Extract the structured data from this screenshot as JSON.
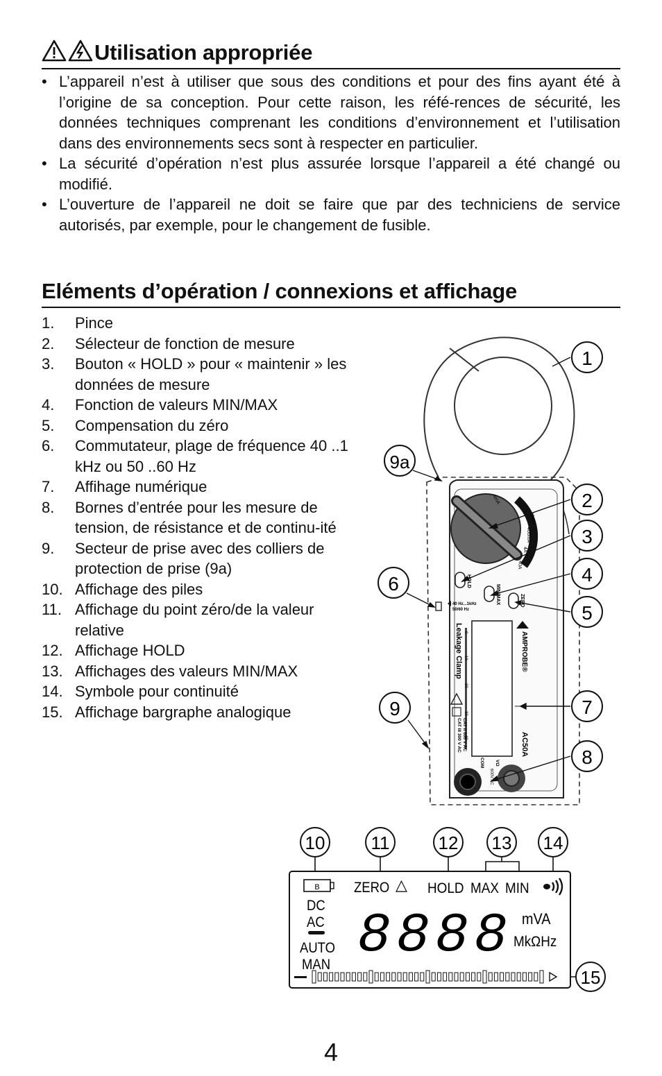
{
  "section_safety": {
    "title": "Utilisation appropriée",
    "bullets": [
      "L’appareil n’est à utiliser que sous des conditions et pour des fins ayant été à l’origine de sa conception. Pour cette raison, les réfé-rences de sécurité, les données techniques comprenant les conditions d’environnement et l’utilisation dans des environnements secs sont à respecter en particulier.",
      "La sécurité d’opération n’est plus assurée lorsque l’appareil a été changé ou modifié.",
      "L’ouverture de l’appareil ne doit se faire que par des techniciens de service autorisés, par exemple, pour le changement de fusible."
    ]
  },
  "section_elements": {
    "title": "Eléments d’opération / connexions et affichage",
    "items": [
      {
        "num": "1.",
        "text": "Pince"
      },
      {
        "num": "2.",
        "text": "Sélecteur de fonction de mesure"
      },
      {
        "num": "3.",
        "text": "Bouton « HOLD » pour « maintenir » les données de mesure"
      },
      {
        "num": "4.",
        "text": "Fonction de valeurs MIN/MAX"
      },
      {
        "num": "5.",
        "text": "Compensation du zéro"
      },
      {
        "num": "6.",
        "text": "Commutateur, plage de fréquence 40 ..1 kHz ou 50 ..60 Hz"
      },
      {
        "num": "7.",
        "text": "Affihage numérique"
      },
      {
        "num": "8.",
        "text": "Bornes d’entrée pour les mesure de tension, de résistance et de continu-ité"
      },
      {
        "num": "9.",
        "text": "Secteur de prise avec des colliers de protection de prise (9a)"
      },
      {
        "num": "10.",
        "text": "Affichage des piles"
      },
      {
        "num": "11.",
        "text": "Affichage du point zéro/de la valeur relative"
      },
      {
        "num": "12.",
        "text": "Affichage  HOLD"
      },
      {
        "num": "13.",
        "text": "Affichages des valeurs MIN/MAX"
      },
      {
        "num": "14.",
        "text": "Symbole pour continuité"
      },
      {
        "num": "15.",
        "text": "Affichage bargraphe analogique"
      }
    ]
  },
  "device_figure": {
    "callouts": [
      "1",
      "9a",
      "2",
      "3",
      "4",
      "6",
      "5",
      "9",
      "7",
      "8"
    ],
    "brand": "AMPROBE®",
    "model": "AC50A",
    "product": "Leakage Clamp",
    "dial_labels": [
      "4mA",
      "40mA",
      "400mA",
      "4A",
      "40A",
      "OFF"
    ],
    "hold_label": "HOLD",
    "minmax_label": "MIN/MAX",
    "zero_label": "ZERO",
    "freq_label_1": "40 Hz...1kHz",
    "freq_label_2": "50/60 Hz",
    "cat_label_1": "CAT II 600 V AC",
    "cat_label_2": "CAT III 300 V AC",
    "com_label": "COM",
    "v_label": "VΩ",
    "input_rating": "600V AC"
  },
  "lcd_figure": {
    "callouts": [
      "10",
      "11",
      "12",
      "13",
      "14",
      "15"
    ],
    "battery": "B",
    "zero": "ZERO",
    "rel": "△",
    "hold": "HOLD",
    "max": "MAX",
    "min": "MIN",
    "dc": "DC",
    "ac": "AC",
    "auto": "AUTO",
    "man": "MAN",
    "unit_top": "mVA",
    "unit_bottom": "MkΩHz",
    "digits": "8888"
  },
  "page_number": "4"
}
